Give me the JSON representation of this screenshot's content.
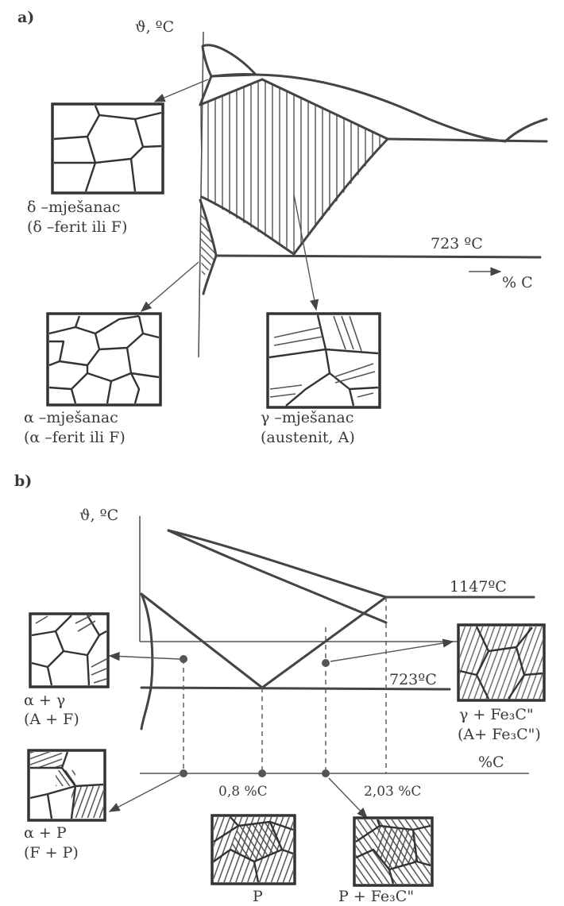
{
  "panel_a": {
    "label": "a)",
    "y_axis": "ϑ, ºC",
    "x_axis": "% C",
    "temp_line": "723 ºC",
    "delta": {
      "name": "δ –mješanac",
      "detail": "(δ –ferit ili F)"
    },
    "alpha": {
      "name": "α –mješanac",
      "detail": "(α –ferit ili F)"
    },
    "gamma": {
      "name": "γ –mješanac",
      "detail": "(austenit, A)"
    }
  },
  "panel_b": {
    "label": "b)",
    "y_axis": "ϑ, ºC",
    "x_axis": "%C",
    "temp_high": "1147ºC",
    "temp_low": "723ºC",
    "tick_eutectoid": "0,8 %C",
    "tick_max": "2,03 %C",
    "alpha_gamma": {
      "name": "α + γ",
      "detail": "(A + F)"
    },
    "alpha_p": {
      "name": "α + P",
      "detail": "(F + P)"
    },
    "gamma_fe3c": {
      "name": "γ + Fe₃C\"",
      "detail": "(A+ Fe₃C\")"
    },
    "pearlite": "P",
    "p_fe3c": "P + Fe₃C\""
  }
}
